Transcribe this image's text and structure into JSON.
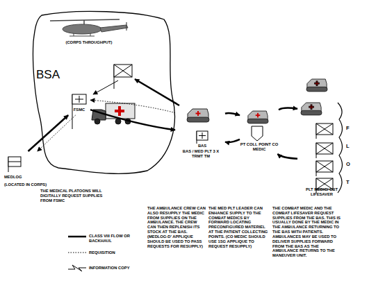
{
  "diagram": {
    "nodes": [
      {
        "text": [
          "BSA"
        ]
      },
      {
        "text": [
          "(CORPS THROUGHPUT)"
        ],
        "in": 0
      },
      {
        "text": [
          "FSMC"
        ],
        "in": 0
      },
      {
        "text": [
          "MEDLOG",
          "(LOCATED IN CORPS)"
        ]
      },
      {
        "text": [
          "BAS",
          "BAS / MED PLT 3 X TRMT TM"
        ]
      },
      {
        "text": [
          "PT COLL POINT CO MEDIC"
        ]
      },
      {
        "text": [
          "F L O T",
          "PLT MEDIC/ CBT LIFESAVER"
        ]
      }
    ],
    "edges": [
      {
        "from": 3,
        "to": 2,
        "arrow": "to"
      },
      {
        "from": 2,
        "to": 3,
        "arrow": "to"
      },
      {
        "from": 2,
        "to": 4,
        "arrow": "to"
      },
      {
        "from": 4,
        "to": 2,
        "arrow": "to"
      },
      {
        "from": 4,
        "to": 5,
        "arrow": "to"
      },
      {
        "from": 5,
        "to": 4,
        "arrow": "to"
      },
      {
        "from": 5,
        "to": 6,
        "arrow": "to"
      },
      {
        "from": 6,
        "to": 5,
        "arrow": "to"
      }
    ],
    "labels": [
      "THE MEDICAL PLATOONS WILL DIGITALLY REQUEST SUPPLIES FROM FSMC",
      "THE AMBULANCE CREW CAN ALSO RESUPPLY THE MEDIC FROM SUPPLIES ON THE AMBULANCE. THE CREW CAN THEN REPLENISH ITS STOCK AT THE BAS. (MEDLOG-D' APPLIQUE SHOULD BE USED TO PASS REQUESTS FOR RESUPPLY)",
      "THE MED PLT LEADER CAN ENHANCE SUPPLY TO THE COMBAT MEDICS BY FORWARD LOCATING PRECONFIGURED MATERIEL AT THE PATIENT COLLECTING POINTS. (CO MEDIC SHOULD USE 1SG APPLIQUE TO REQUEST RESUPPLY)",
      "THE COMBAT MEDIC AND THE COMBAT LIFESAVER REQUEST SUPPLIES FROM THE BAS. THIS IS USUALLY DONE BY THE MEDIC IN THE AMBULANCE RETURNING TO THE BAS WITH PATIENTS. AMBULANCES MAY BE USED TO DELIVER SUPPLIES FORWARD FROM THE BAS AS THE AMBULANCE RETURNS TO THE MANEUVER UNIT."
    ],
    "legend": [
      {
        "text": "CLASS VIII FLOW OR BACKHAUL"
      },
      {
        "text": "REQUISITION"
      },
      {
        "text": "INFORMATION COPY"
      }
    ]
  }
}
